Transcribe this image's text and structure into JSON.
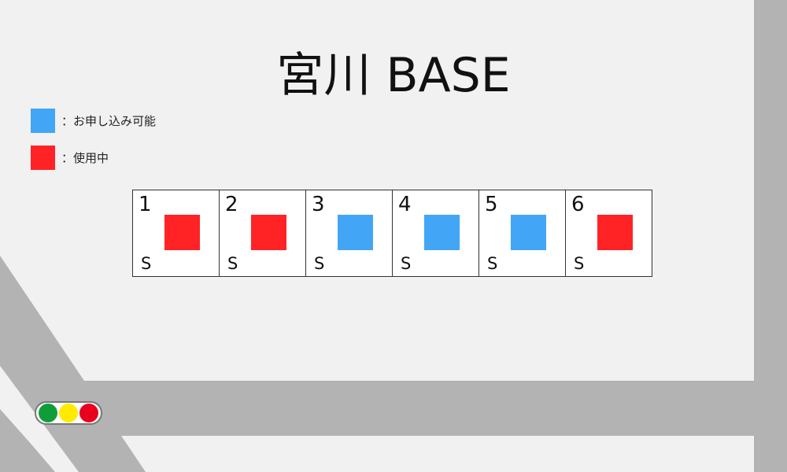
{
  "map": {
    "title": "宮川 BASE",
    "road_color": "#b3b3b3",
    "background_color": "#f1f1f1"
  },
  "legend": {
    "items": [
      {
        "label": "：お申し込み可能",
        "color": "#42a5f5",
        "status": "available"
      },
      {
        "label": "：使用中",
        "color": "#ff2326",
        "status": "in-use"
      }
    ]
  },
  "parking": {
    "spaces": [
      {
        "number": "1",
        "size": "S",
        "status": "in-use"
      },
      {
        "number": "2",
        "size": "S",
        "status": "in-use"
      },
      {
        "number": "3",
        "size": "S",
        "status": "available"
      },
      {
        "number": "4",
        "size": "S",
        "status": "available"
      },
      {
        "number": "5",
        "size": "S",
        "status": "available"
      },
      {
        "number": "6",
        "size": "S",
        "status": "in-use"
      }
    ]
  },
  "traffic_signal": {
    "lamps": [
      {
        "color": "#0f9d3a",
        "name": "green"
      },
      {
        "color": "#ffeb00",
        "name": "yellow"
      },
      {
        "color": "#e8001c",
        "name": "red"
      }
    ]
  }
}
